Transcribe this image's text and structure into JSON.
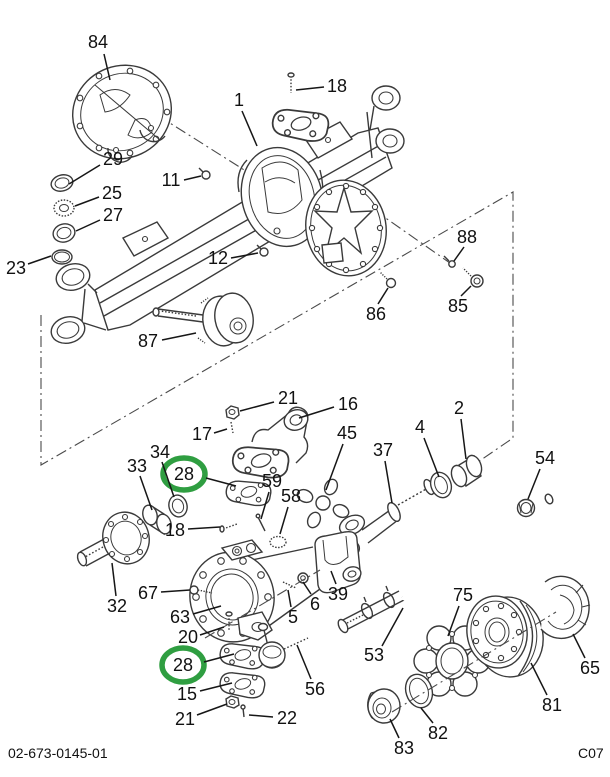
{
  "document": {
    "type": "exploded-parts-diagram",
    "subject": "Front drive axle assembly",
    "doc_code": "02-673-0145-01",
    "page_code": "C07"
  },
  "colors": {
    "highlight": "#2f9e41",
    "line": "#3a3a3a",
    "background": "#ffffff"
  },
  "highlight": {
    "color": "#2f9e41",
    "highlighted_parts": [
      "28",
      "28"
    ],
    "style": "green ellipse around callout"
  },
  "callouts": [
    {
      "part": "84",
      "highlighted": false
    },
    {
      "part": "18",
      "highlighted": false
    },
    {
      "part": "1",
      "highlighted": false
    },
    {
      "part": "29",
      "highlighted": false
    },
    {
      "part": "11",
      "highlighted": false
    },
    {
      "part": "25",
      "highlighted": false
    },
    {
      "part": "27",
      "highlighted": false
    },
    {
      "part": "23",
      "highlighted": false
    },
    {
      "part": "12",
      "highlighted": false
    },
    {
      "part": "88",
      "highlighted": false
    },
    {
      "part": "85",
      "highlighted": false
    },
    {
      "part": "86",
      "highlighted": false
    },
    {
      "part": "87",
      "highlighted": false
    },
    {
      "part": "21",
      "highlighted": false
    },
    {
      "part": "16",
      "highlighted": false
    },
    {
      "part": "17",
      "highlighted": false
    },
    {
      "part": "45",
      "highlighted": false
    },
    {
      "part": "37",
      "highlighted": false
    },
    {
      "part": "4",
      "highlighted": false
    },
    {
      "part": "2",
      "highlighted": false
    },
    {
      "part": "54",
      "highlighted": false
    },
    {
      "part": "34",
      "highlighted": false
    },
    {
      "part": "33",
      "highlighted": false
    },
    {
      "part": "28",
      "highlighted": true
    },
    {
      "part": "59",
      "highlighted": false
    },
    {
      "part": "58",
      "highlighted": false
    },
    {
      "part": "18",
      "highlighted": false
    },
    {
      "part": "67",
      "highlighted": false
    },
    {
      "part": "32",
      "highlighted": false
    },
    {
      "part": "63",
      "highlighted": false
    },
    {
      "part": "5",
      "highlighted": false
    },
    {
      "part": "6",
      "highlighted": false
    },
    {
      "part": "39",
      "highlighted": false
    },
    {
      "part": "20",
      "highlighted": false
    },
    {
      "part": "28",
      "highlighted": true
    },
    {
      "part": "15",
      "highlighted": false
    },
    {
      "part": "56",
      "highlighted": false
    },
    {
      "part": "21",
      "highlighted": false
    },
    {
      "part": "22",
      "highlighted": false
    },
    {
      "part": "53",
      "highlighted": false
    },
    {
      "part": "75",
      "highlighted": false
    },
    {
      "part": "81",
      "highlighted": false
    },
    {
      "part": "65",
      "highlighted": false
    },
    {
      "part": "82",
      "highlighted": false
    },
    {
      "part": "83",
      "highlighted": false
    }
  ]
}
